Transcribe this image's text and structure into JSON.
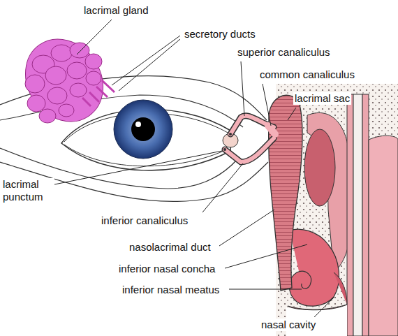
{
  "diagram": {
    "labels": [
      "lacrimal gland",
      "secretory ducts",
      "superior canaliculus",
      "common canaliculus",
      "lacrimal sac",
      "lacrimal punctum",
      "inferior canaliculus",
      "nasolacrimal duct",
      "inferior nasal concha",
      "inferior nasal meatus",
      "nasal cavity"
    ]
  }
}
